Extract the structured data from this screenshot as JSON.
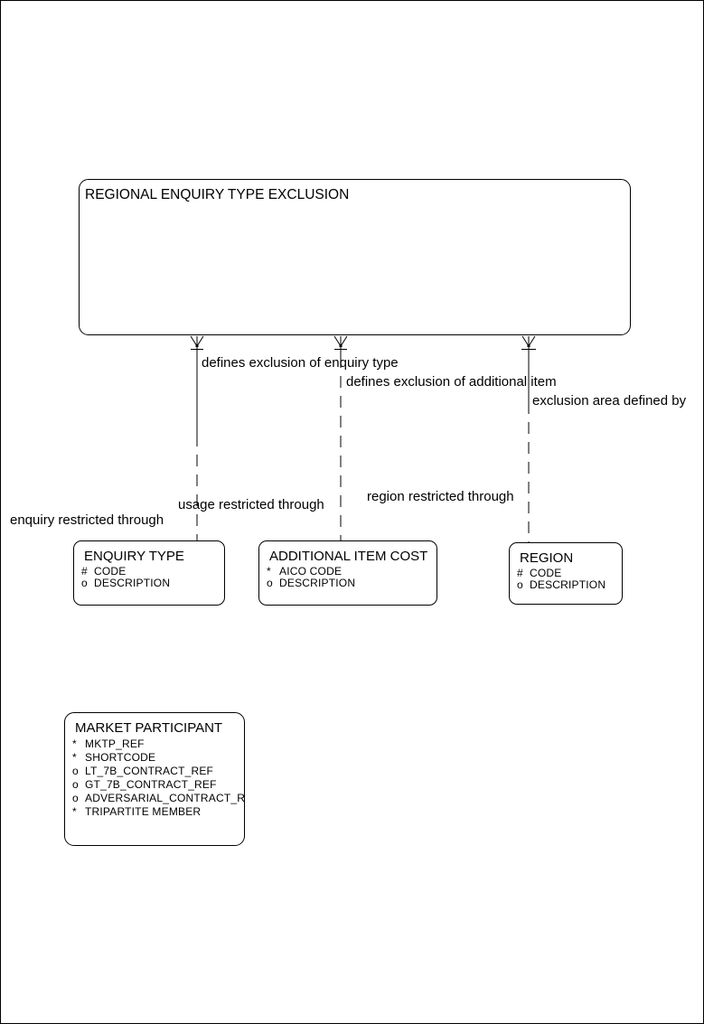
{
  "diagram": {
    "background_color": "#ffffff",
    "line_color": "#000000"
  },
  "entities": [
    {
      "title": "REGIONAL ENQUIRY TYPE EXCLUSION",
      "attributes": []
    },
    {
      "title": "ENQUIRY TYPE",
      "attributes": [
        {
          "prefix": "#",
          "name": "CODE"
        },
        {
          "prefix": "o",
          "name": "DESCRIPTION"
        }
      ]
    },
    {
      "title": "ADDITIONAL ITEM COST",
      "attributes": [
        {
          "prefix": "*",
          "name": "AICO CODE"
        },
        {
          "prefix": "o",
          "name": "DESCRIPTION"
        }
      ]
    },
    {
      "title": "REGION",
      "attributes": [
        {
          "prefix": "#",
          "name": "CODE"
        },
        {
          "prefix": "o",
          "name": "DESCRIPTION"
        }
      ]
    },
    {
      "title": "MARKET PARTICIPANT",
      "attributes": [
        {
          "prefix": "*",
          "name": "MKTP_REF"
        },
        {
          "prefix": "*",
          "name": "SHORTCODE"
        },
        {
          "prefix": "o",
          "name": "LT_7B_CONTRACT_REF"
        },
        {
          "prefix": "o",
          "name": "GT_7B_CONTRACT_REF"
        },
        {
          "prefix": "o",
          "name": "ADVERSARIAL_CONTRACT_REF"
        },
        {
          "prefix": "*",
          "name": "TRIPARTITE MEMBER"
        }
      ]
    }
  ],
  "relationships": [
    {
      "child_label": "defines exclusion of enquiry type",
      "parent_label": "enquiry restricted through"
    },
    {
      "child_label": "defines exclusion of additional item",
      "parent_label": "usage restricted through"
    },
    {
      "child_label": "exclusion area defined by",
      "parent_label": "region restricted through"
    }
  ]
}
